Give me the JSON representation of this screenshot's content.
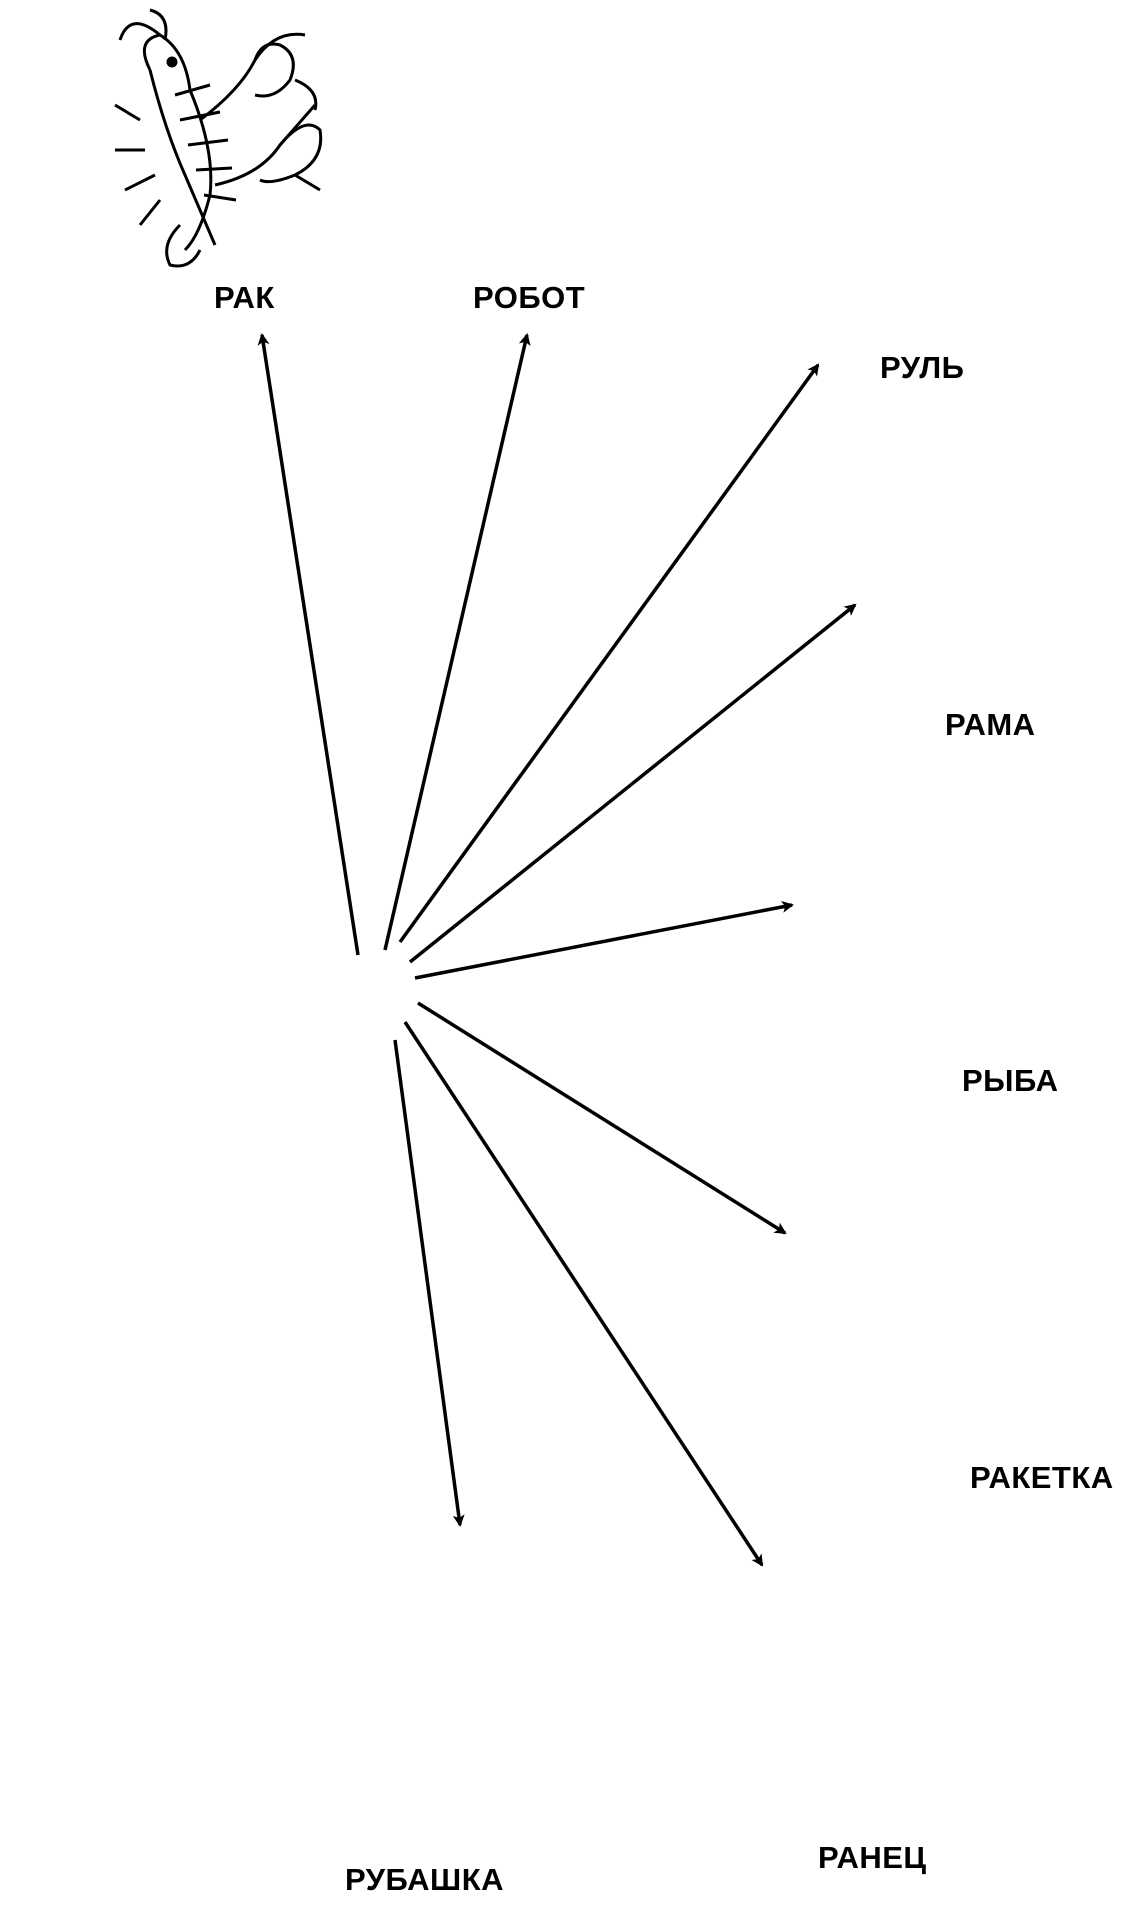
{
  "labels": {
    "rak": "РАК",
    "robot": "РОБОТ",
    "rul": "РУЛЬ",
    "rama": "РАМА",
    "ryba": "РЫБА",
    "raketka": "РАКЕТКА",
    "ranets": "РАНЕЦ",
    "rubashka": "РУБАШКА"
  },
  "icons": [
    "crayfish-icon",
    "robot-icon",
    "steering-wheel-icon",
    "window-frame-icon",
    "fish-icon",
    "tennis-racket-icon",
    "backpack-icon",
    "shirt-icon",
    "boy-icon"
  ],
  "colors": {
    "line": "#000000",
    "background": "#ffffff"
  }
}
